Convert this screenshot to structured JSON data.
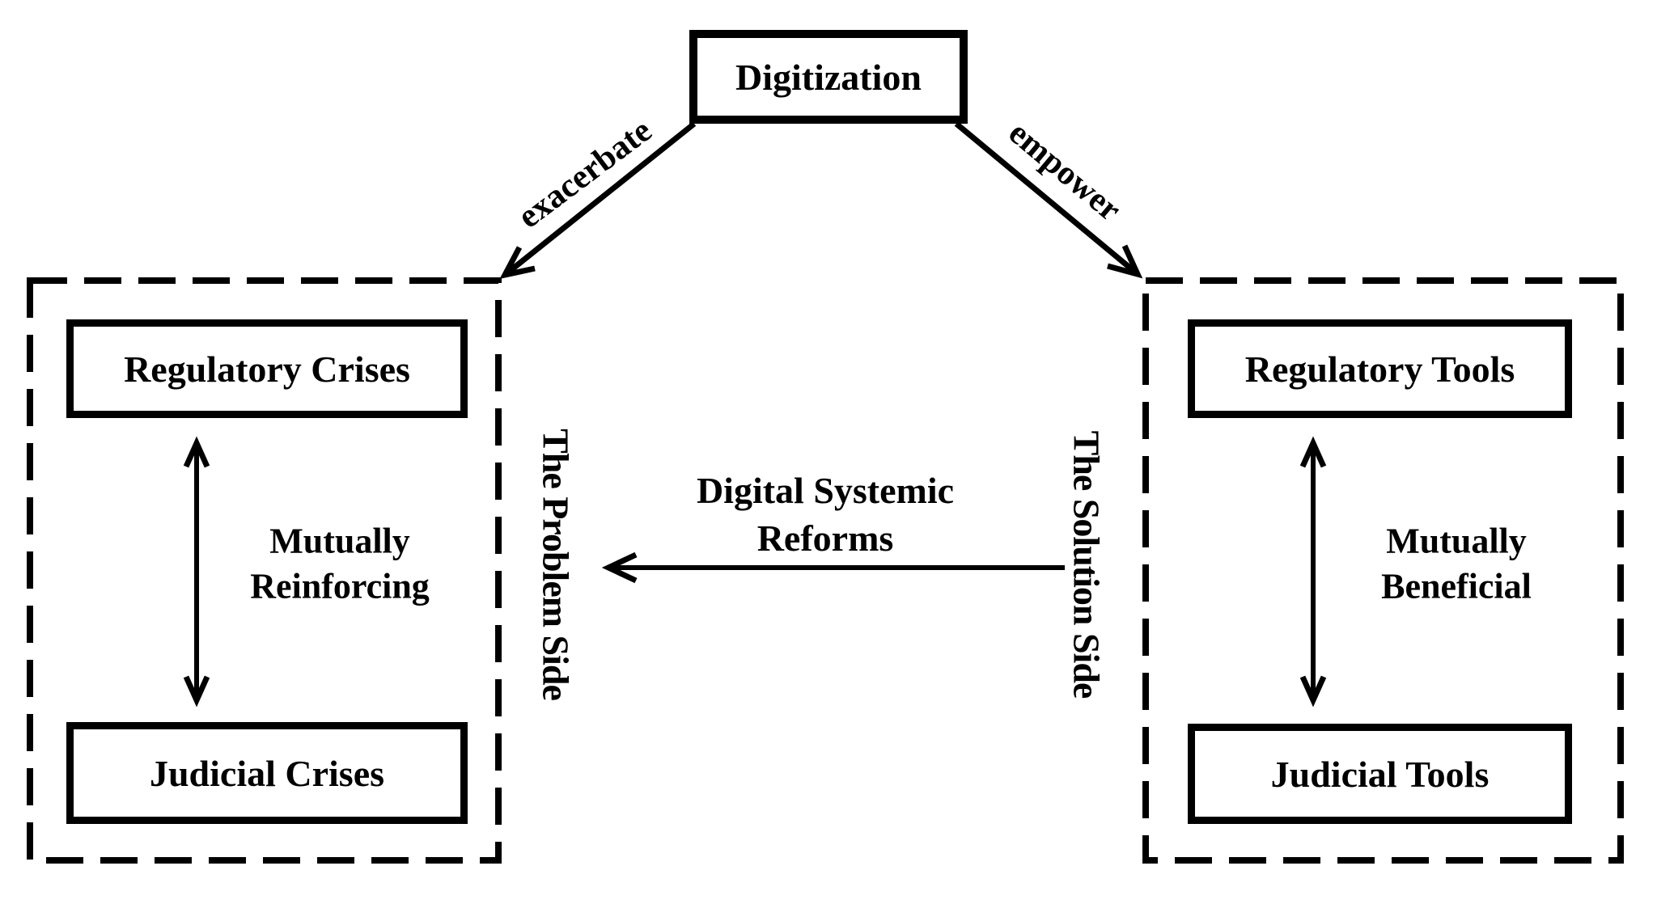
{
  "diagram": {
    "top_node": {
      "label": "Digitization"
    },
    "edges": {
      "left_edge_label": "exacerbate",
      "right_edge_label": "empower",
      "reform_arrow_label": "Digital Systemic\nReforms"
    },
    "problem_side": {
      "side_label": "The Problem Side",
      "top_box_label": "Regulatory Crises",
      "bottom_box_label": "Judicial Crises",
      "relation_label": "Mutually\nReinforcing"
    },
    "solution_side": {
      "side_label": "The Solution Side",
      "top_box_label": "Regulatory Tools",
      "bottom_box_label": "Judicial Tools",
      "relation_label": "Mutually\nBeneficial"
    },
    "colors": {
      "ink": "#000000",
      "background": "#ffffff"
    }
  }
}
